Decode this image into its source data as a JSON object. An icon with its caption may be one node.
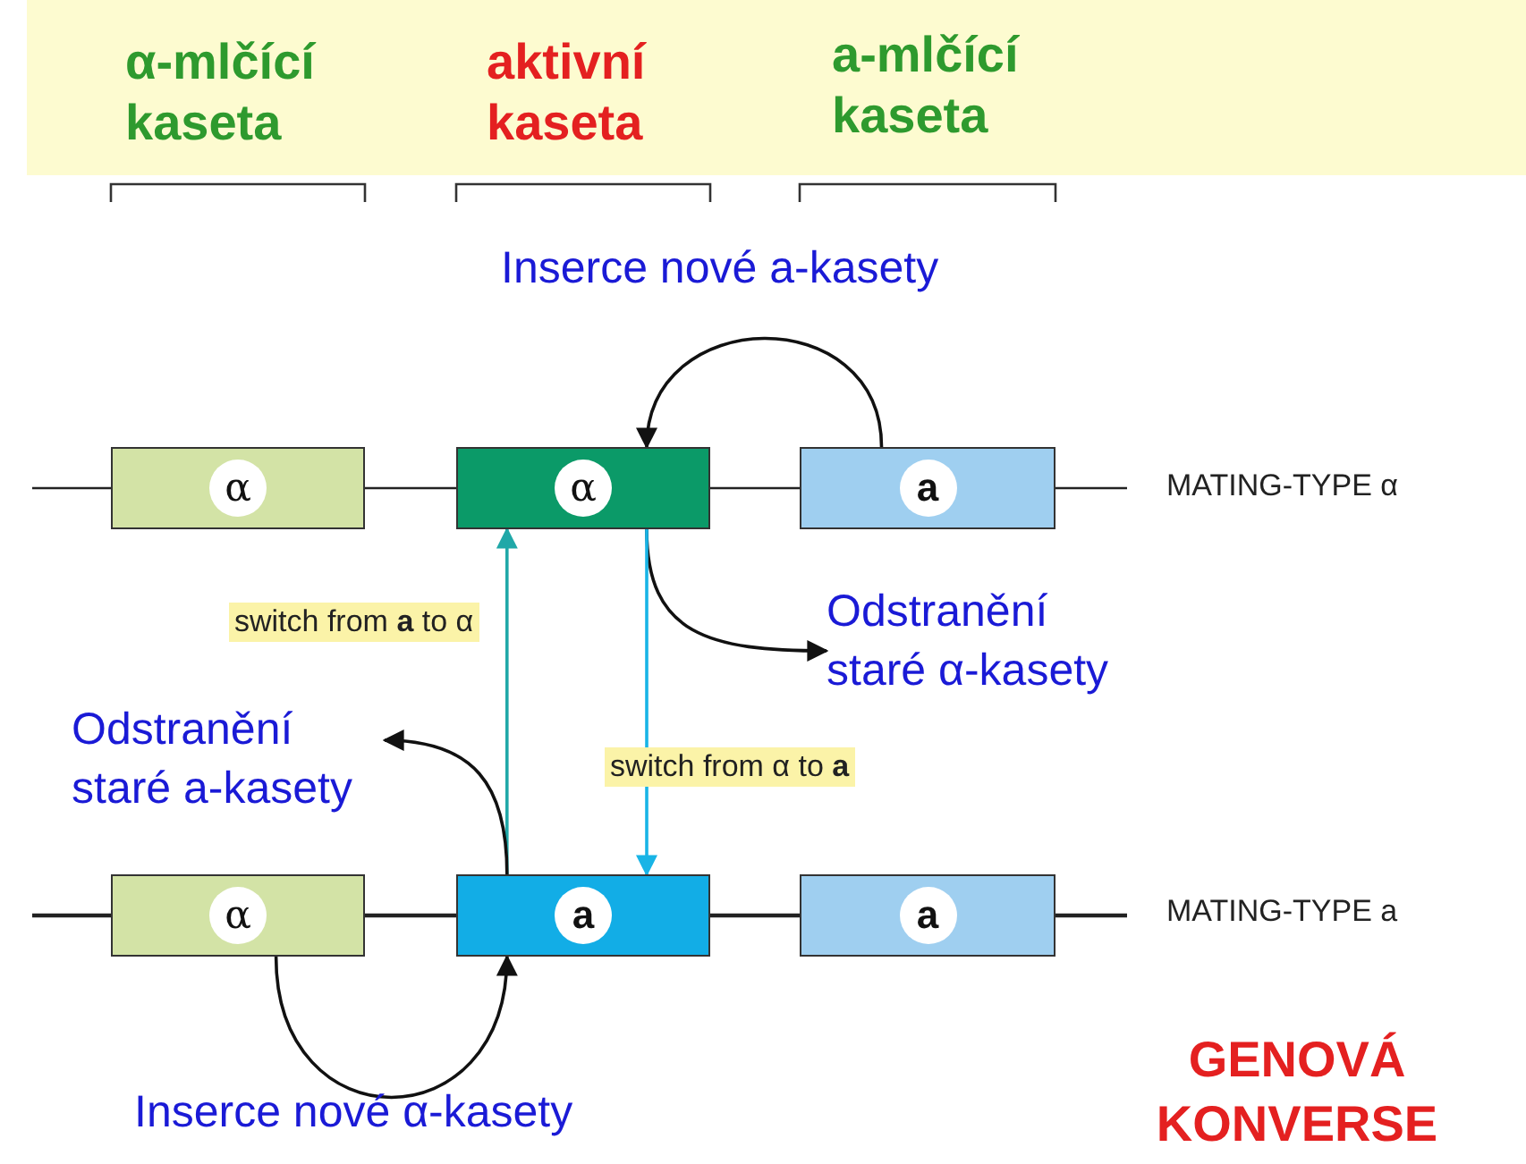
{
  "diagram": {
    "nodes": [
      {
        "text": [
          "α"
        ]
      },
      {
        "text": [
          "α"
        ]
      },
      {
        "text": [
          "a"
        ]
      },
      {
        "text": [
          "α"
        ]
      },
      {
        "text": [
          "a"
        ]
      },
      {
        "text": [
          "a"
        ]
      },
      {
        "text": [
          "Odstranění staré α-kasety"
        ]
      },
      {
        "text": [
          "Odstranění staré a-kasety"
        ]
      }
    ],
    "edges": [
      {
        "from": 2,
        "to": 1,
        "arrow": "to",
        "label": "Inserce nové a-kasety"
      },
      {
        "from": 1,
        "to": 6,
        "arrow": "to"
      },
      {
        "from": 4,
        "to": 1,
        "arrow": "to",
        "label": "switch from **a** to α",
        "color": "#20a8a8"
      },
      {
        "from": 1,
        "to": 4,
        "arrow": "to",
        "label": "switch from α to **a**",
        "color": "#18b4e6"
      },
      {
        "from": 4,
        "to": 7,
        "arrow": "to"
      },
      {
        "from": 3,
        "to": 4,
        "arrow": "to",
        "label": "Inserce nové α-kasety"
      }
    ],
    "labels": [
      "α-mlčící kaseta",
      "aktivní kaseta",
      "a-mlčící kaseta",
      "MATING-TYPE α",
      "MATING-TYPE a",
      "GENOVÁ KONVERSE"
    ]
  }
}
